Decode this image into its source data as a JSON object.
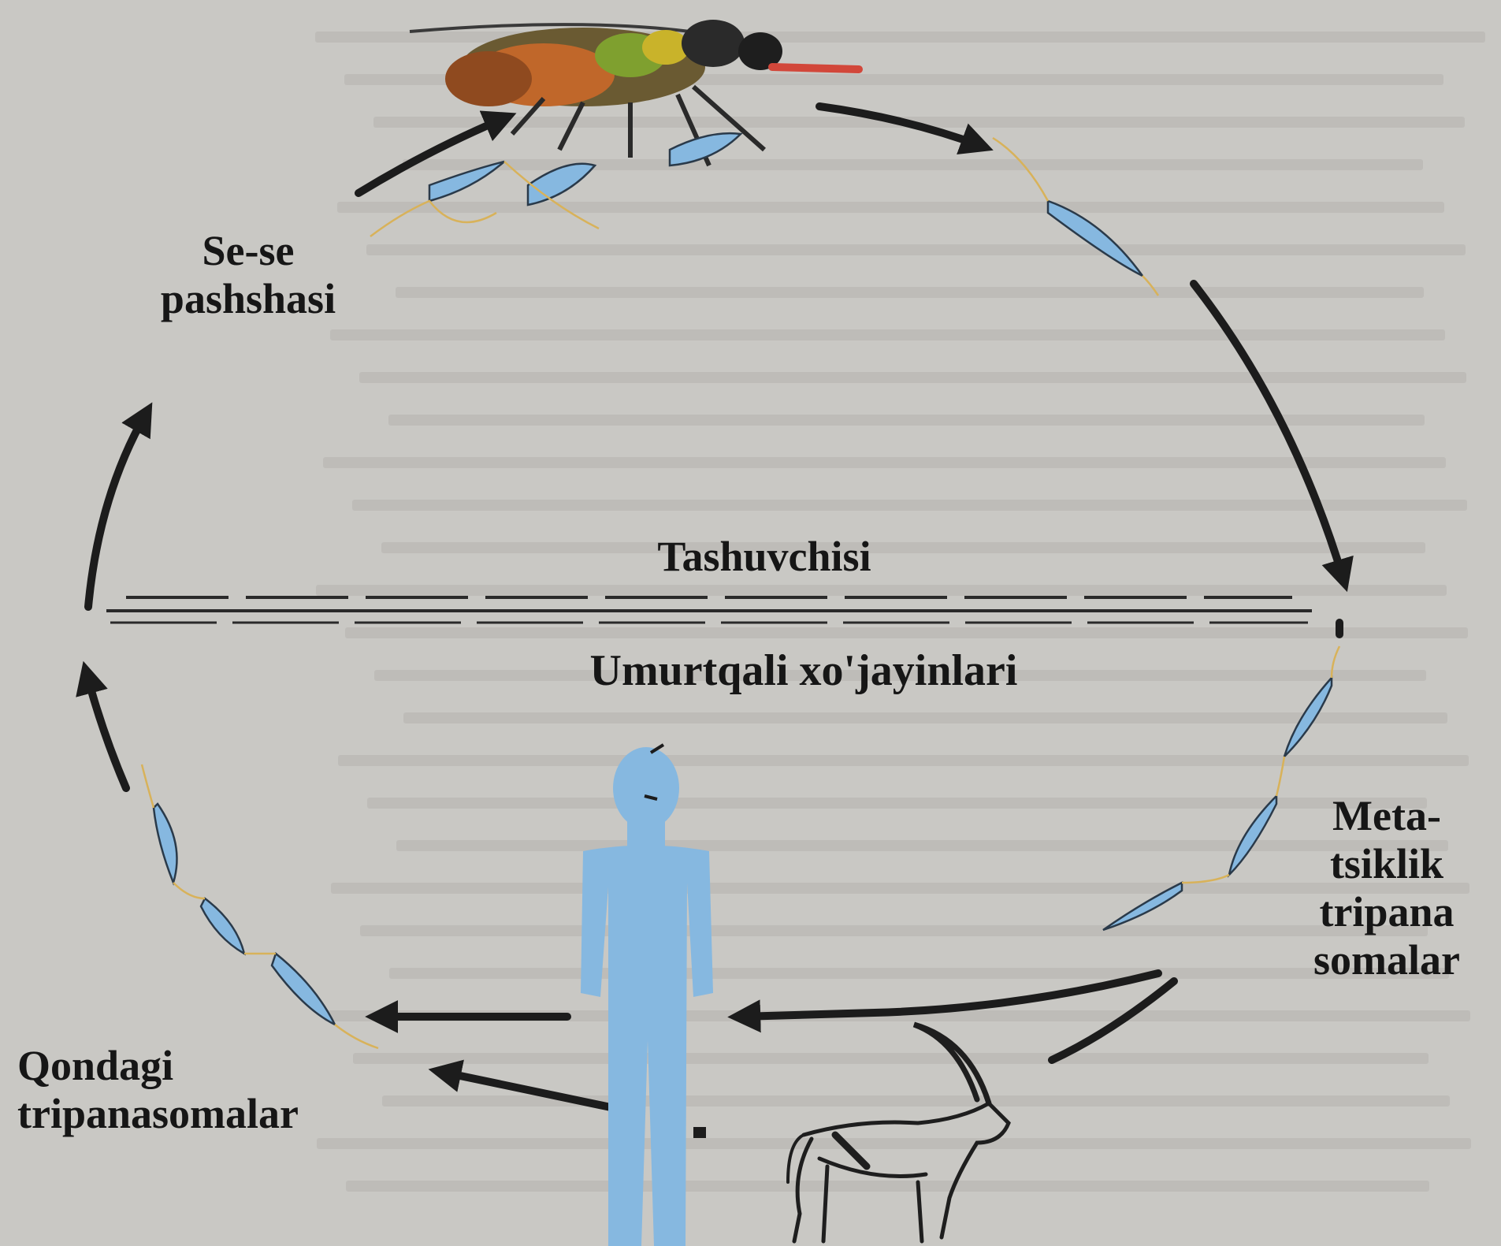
{
  "labels": {
    "fly_line1": "Se-se",
    "fly_line2": "pashshasi",
    "carrier": "Tashuvchisi",
    "host": "Umurtqali xo'jayinlari",
    "meta_line1": "Meta-",
    "meta_line2": "tsiklik",
    "meta_line3": "tripana",
    "meta_line4": "somalar",
    "blood_line1": "Qondagi",
    "blood_line2": "tripanasomalar"
  },
  "colors": {
    "background": "#c9c8c4",
    "arrow": "#1c1c1c",
    "parasite": "#86b8e0",
    "human_silhouette": "#86b8e0",
    "flagellum": "#d8b25a"
  },
  "icons": [
    "tsetse-fly-icon",
    "human-silhouette-icon",
    "antelope-icon",
    "trypanosome-icon"
  ]
}
